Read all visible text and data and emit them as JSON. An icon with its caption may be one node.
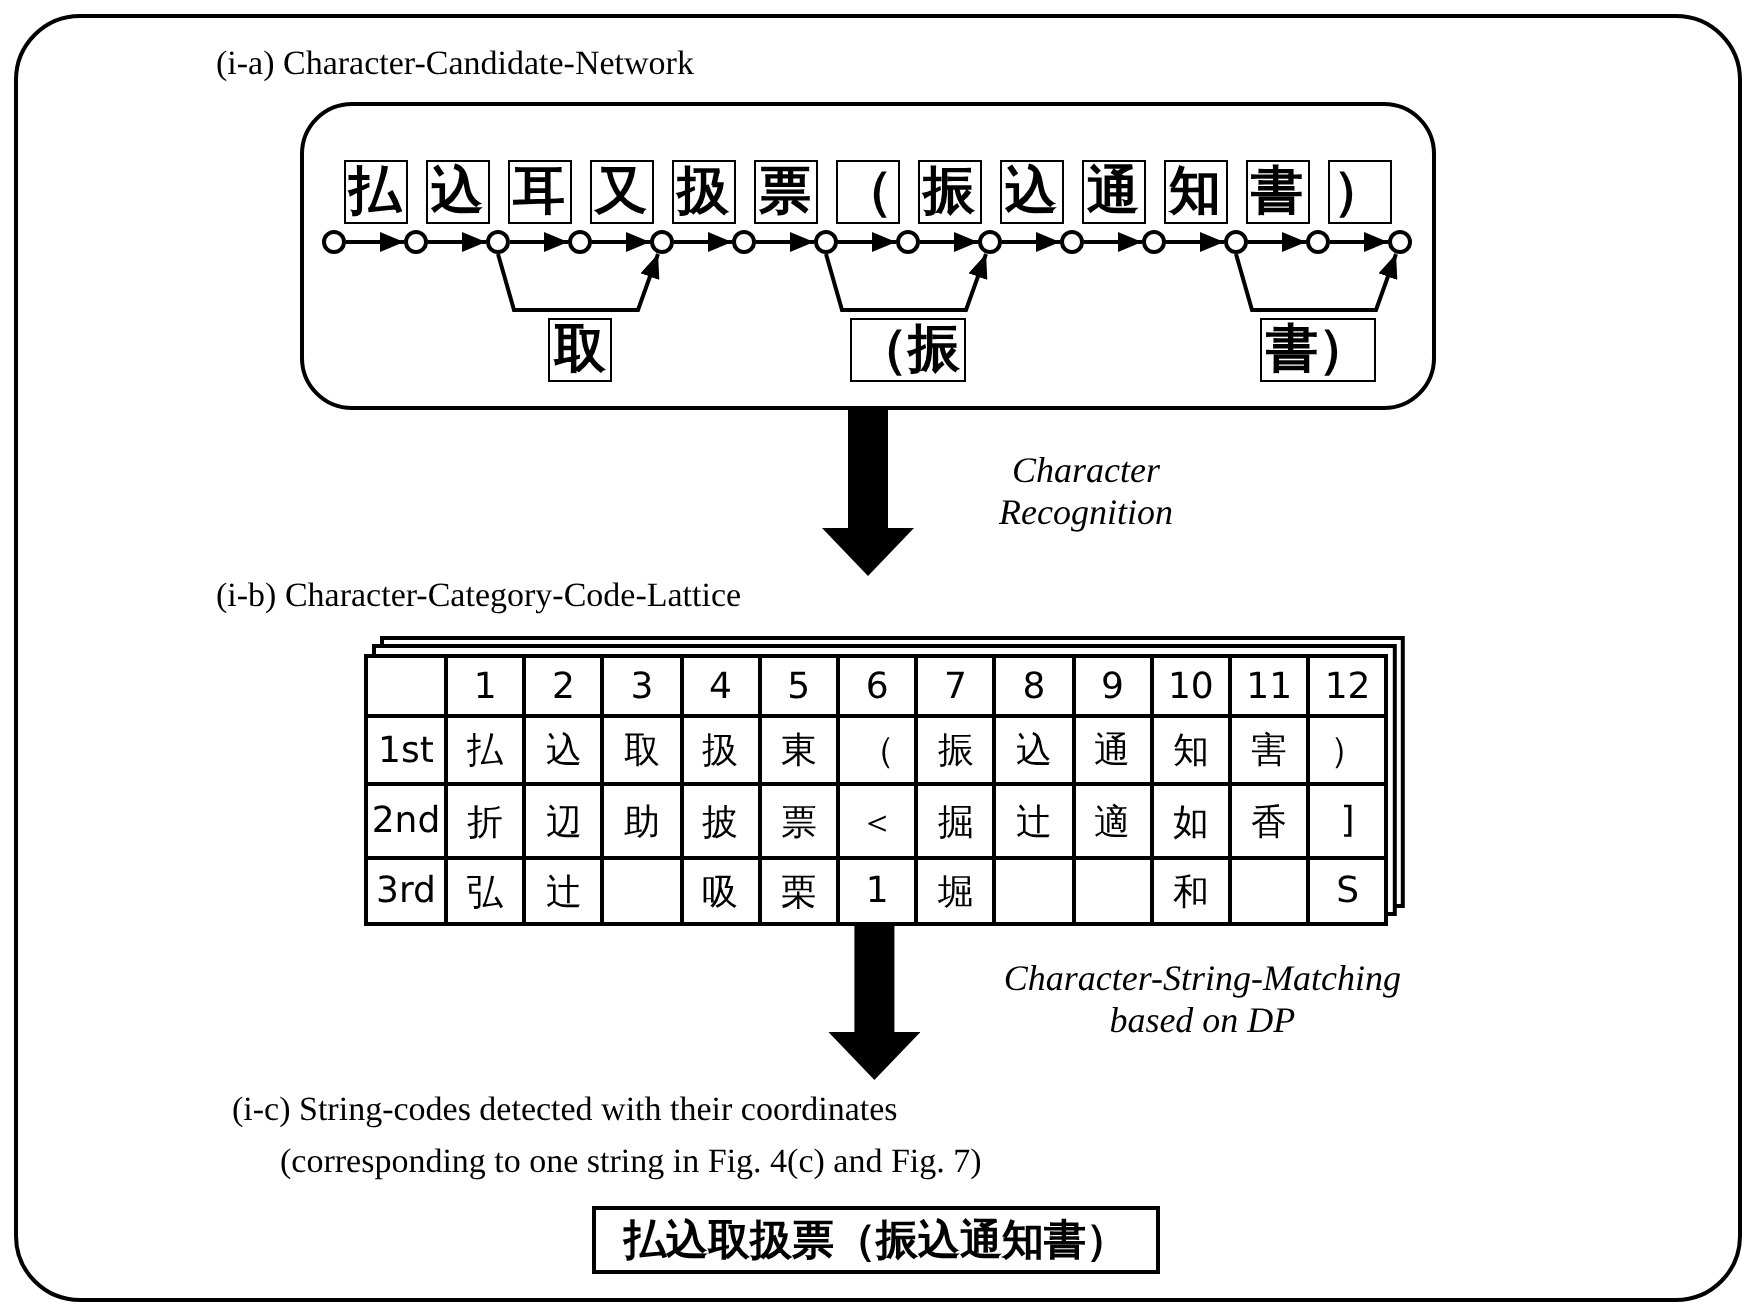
{
  "diagram": {
    "nodes": [
      {
        "text": [
          "(i-a) Character-Candidate-Network"
        ]
      },
      {
        "text": [],
        "shape": "circle",
        "in": 0
      },
      {
        "text": [],
        "shape": "circle",
        "in": 0
      },
      {
        "text": [],
        "shape": "circle",
        "in": 0
      },
      {
        "text": [],
        "shape": "circle",
        "in": 0
      },
      {
        "text": [],
        "shape": "circle",
        "in": 0
      },
      {
        "text": [],
        "shape": "circle",
        "in": 0
      },
      {
        "text": [],
        "shape": "circle",
        "in": 0
      },
      {
        "text": [],
        "shape": "circle",
        "in": 0
      },
      {
        "text": [],
        "shape": "circle",
        "in": 0
      },
      {
        "text": [],
        "shape": "circle",
        "in": 0
      },
      {
        "text": [],
        "shape": "circle",
        "in": 0
      },
      {
        "text": [],
        "shape": "circle",
        "in": 0
      },
      {
        "text": [],
        "shape": "circle",
        "in": 0
      },
      {
        "text": [],
        "shape": "circle",
        "in": 0
      },
      {
        "text": [
          "(i-b) Character-Category-Code-Lattice"
        ]
      },
      {
        "text": [
          "(i-c) String-codes detected with their coordinates (corresponding to one string in Fig. 4(c) and Fig. 7)",
          "払込取扱票（振込通知書）"
        ]
      }
    ],
    "edges": [
      {
        "from": 1,
        "to": 2,
        "arrow": "to",
        "label": "払"
      },
      {
        "from": 2,
        "to": 3,
        "arrow": "to",
        "label": "込"
      },
      {
        "from": 3,
        "to": 4,
        "arrow": "to",
        "label": "耳"
      },
      {
        "from": 4,
        "to": 5,
        "arrow": "to",
        "label": "又"
      },
      {
        "from": 5,
        "to": 6,
        "arrow": "to",
        "label": "扱"
      },
      {
        "from": 6,
        "to": 7,
        "arrow": "to",
        "label": "票"
      },
      {
        "from": 7,
        "to": 8,
        "arrow": "to",
        "label": "（"
      },
      {
        "from": 8,
        "to": 9,
        "arrow": "to",
        "label": "振"
      },
      {
        "from": 9,
        "to": 10,
        "arrow": "to",
        "label": "込"
      },
      {
        "from": 10,
        "to": 11,
        "arrow": "to",
        "label": "通"
      },
      {
        "from": 11,
        "to": 12,
        "arrow": "to",
        "label": "知"
      },
      {
        "from": 12,
        "to": 13,
        "arrow": "to",
        "label": "書"
      },
      {
        "from": 13,
        "to": 14,
        "arrow": "to",
        "label": "）"
      },
      {
        "from": 3,
        "to": 5,
        "arrow": "to",
        "label": "取"
      },
      {
        "from": 7,
        "to": 9,
        "arrow": "to",
        "label": "（振"
      },
      {
        "from": 12,
        "to": 14,
        "arrow": "to",
        "label": "書）"
      },
      {
        "from": 0,
        "to": 15,
        "arrow": "to",
        "label": "Character Recognition",
        "style": "thick"
      },
      {
        "from": 15,
        "to": 16,
        "arrow": "to",
        "label": "Character-String-Matching based on DP",
        "style": "thick"
      }
    ],
    "labels": [
      "1",
      "2",
      "3",
      "4",
      "5",
      "6",
      "7",
      "8",
      "9",
      "10",
      "11",
      "12",
      "1st",
      "払",
      "込",
      "取",
      "扱",
      "東",
      "（",
      "振",
      "込",
      "通",
      "知",
      "害",
      "）",
      "2nd",
      "折",
      "辺",
      "助",
      "披",
      "票",
      "＜",
      "掘",
      "辻",
      "適",
      "如",
      "香",
      "]",
      "3rd",
      "弘",
      "辻",
      "吸",
      "栗",
      "1",
      "堀",
      "和",
      "S"
    ]
  }
}
